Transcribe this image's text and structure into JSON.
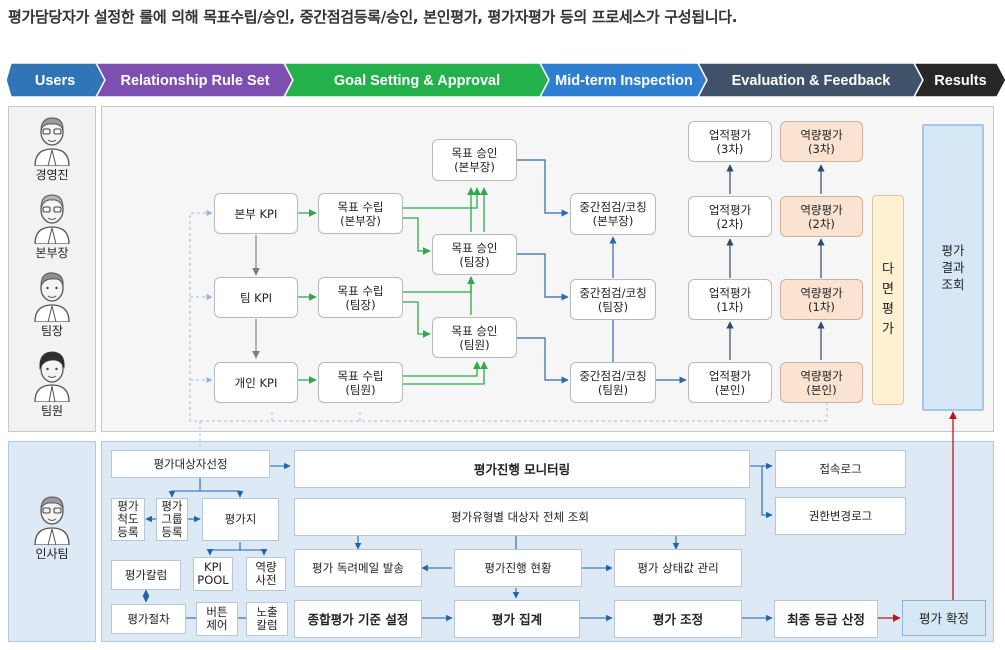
{
  "headline": "평가담당자가 설정한 룰에 의해 목표수립/승인, 중간점검등록/승인, 본인평가, 평가자평가 등의 프로세스가 구성됩니다.",
  "stages": [
    {
      "label": "Users",
      "color": "#2f75b5"
    },
    {
      "label": "Relationship Rule Set",
      "color": "#7d4fb1"
    },
    {
      "label": "Goal Setting & Approval",
      "color": "#24b04b"
    },
    {
      "label": "Mid-term Inspection",
      "color": "#2f7fd1"
    },
    {
      "label": "Evaluation & Feedback",
      "color": "#3f5269"
    },
    {
      "label": "Results",
      "color": "#262626"
    }
  ],
  "roles": [
    "경영진",
    "본부장",
    "팀장",
    "팀원"
  ],
  "hr_role": "인사팀",
  "kpi": {
    "division": "본부 KPI",
    "team": "팀 KPI",
    "personal": "개인 KPI"
  },
  "goal": {
    "set_division": "목표 수립\n(본부장)",
    "set_team": "목표 수립\n(팀장)",
    "set_member": "목표 수립\n(팀원)",
    "approve_division": "목표 승인\n(본부장)",
    "approve_team": "목표 승인\n(팀장)",
    "approve_member": "목표 승인\n(팀원)"
  },
  "midterm": {
    "division": "중간점검/코칭\n(본부장)",
    "team": "중간점검/코칭\n(팀장)",
    "member": "중간점검/코칭\n(팀원)"
  },
  "performance": {
    "third": "업적평가\n(3차)",
    "second": "업적평가\n(2차)",
    "first": "업적평가\n(1차)",
    "self": "업적평가\n(본인)"
  },
  "competency": {
    "third": "역량평가\n(3차)",
    "second": "역량평가\n(2차)",
    "first": "역량평가\n(1차)",
    "self": "역량평가\n(본인)"
  },
  "multi_eval": "다\n면\n평\n가",
  "result_view": "평가\n결과\n조회",
  "hr": {
    "target_select": "평가대상자선정",
    "scale_reg": "평가\n척도\n등록",
    "group_reg": "평가\n그룹\n등록",
    "sheet": "평가지",
    "kpi_pool": "KPI\nPOOL",
    "comp_dict": "역량\n사전",
    "calendar": "평가칼럼",
    "procedure": "평가절차",
    "button_ctrl": "버튼\n제어",
    "expose_col": "노출\n칼럼",
    "monitoring": "평가진행 모니터링",
    "access_log": "접속로그",
    "perm_log": "권한변경로그",
    "type_view": "평가유형별 대상자 전체 조회",
    "reminder": "평가 독려메일 발송",
    "progress": "평가진행 현황",
    "status_mgmt": "평가 상태값 관리",
    "criteria": "종합평가 기준 설정",
    "aggregate": "평가 집계",
    "adjust": "평가 조정",
    "final_grade": "최종 등급 산정",
    "confirm": "평가 확정"
  }
}
